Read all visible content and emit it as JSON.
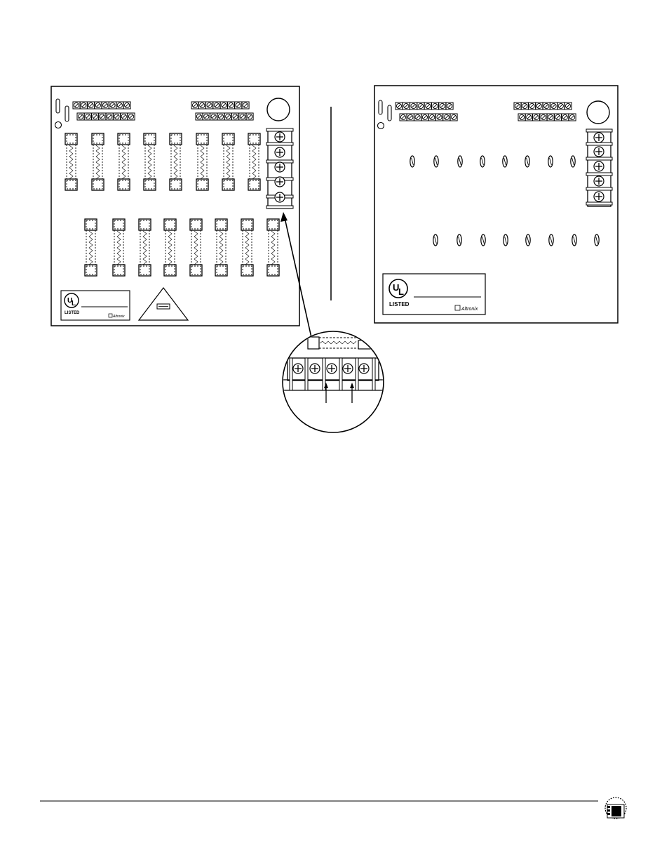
{
  "left_board": {
    "ul_mark": {
      "text_u": "U",
      "text_l": "L",
      "listed": "LISTED"
    },
    "brand": "Altronix",
    "top_fuses": 8,
    "bottom_fuses": 8
  },
  "right_board": {
    "ul_mark": {
      "text_u": "U",
      "text_l": "L",
      "listed": "LISTED"
    },
    "brand": "Altronix",
    "top_ptc": 8,
    "bottom_ptc": 8
  },
  "footer": {
    "logo_icon": "recycle-logo-icon"
  }
}
